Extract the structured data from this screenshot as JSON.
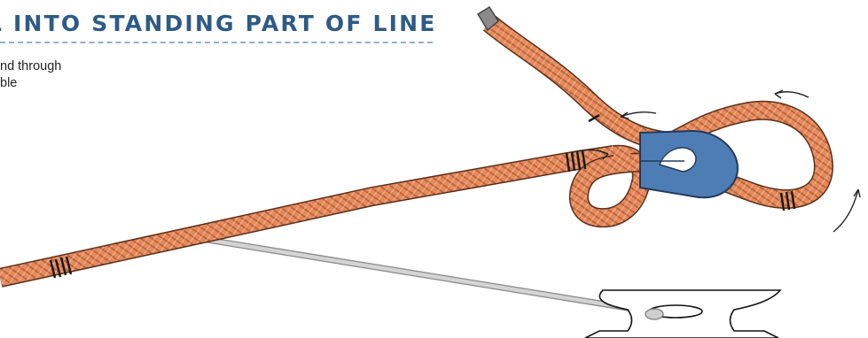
{
  "heading": {
    "text": "L INTO STANDING PART OF LINE"
  },
  "caption": {
    "line1": "nd through",
    "line2": "ble"
  },
  "colors": {
    "heading": "#2e5b86",
    "heading_rule": "#8fb0cb",
    "rope_fill": "#e68a5c",
    "rope_outline": "#5a2e1a",
    "thimble": "#4e7db5",
    "whipping": "#222222",
    "fid": "#c8c8c8"
  },
  "icons": [
    "rope",
    "thimble",
    "whipping",
    "fid",
    "cleat",
    "direction-arrow"
  ]
}
